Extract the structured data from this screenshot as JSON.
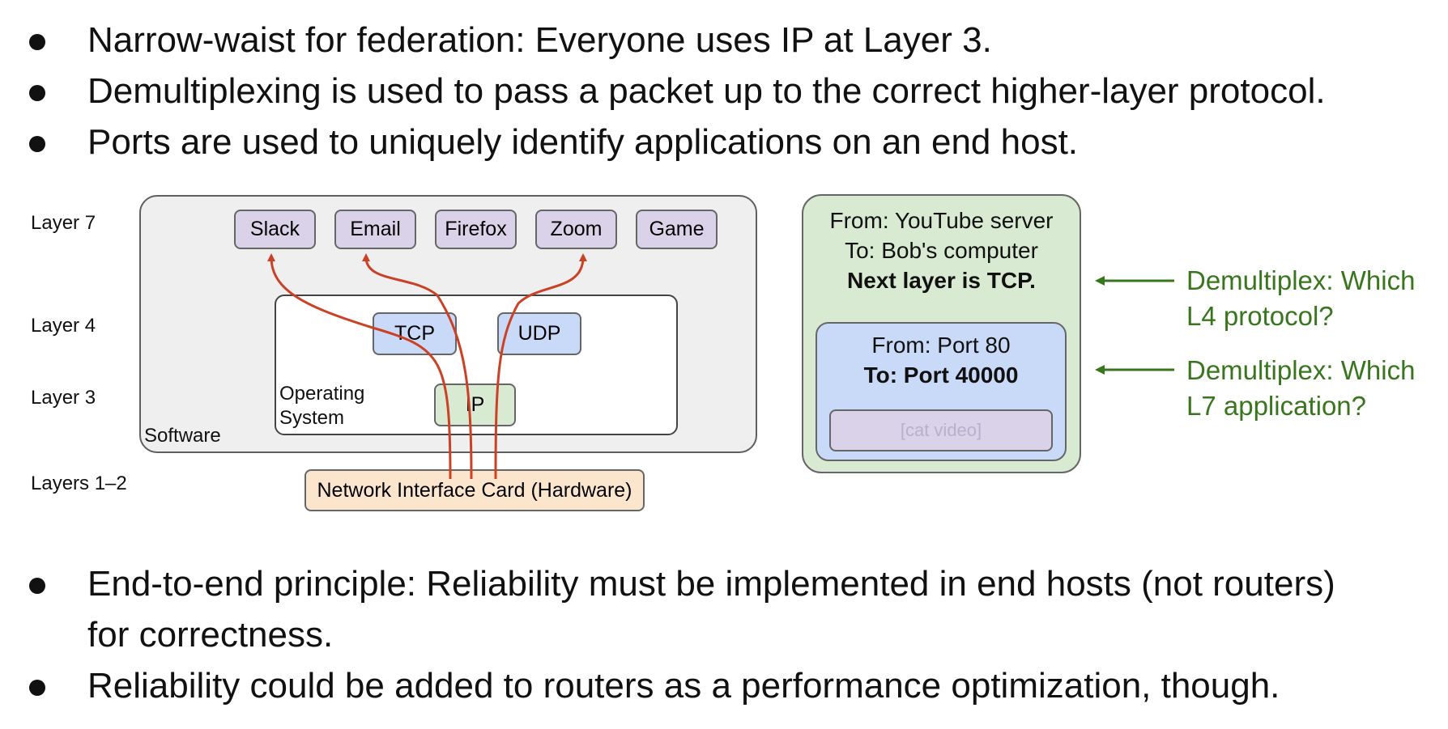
{
  "bullets_top": [
    "Narrow-waist for federation: Everyone uses IP at Layer 3.",
    "Demultiplexing is used to pass a packet up to the correct higher-layer protocol.",
    "Ports are used to uniquely identify applications on an end host."
  ],
  "layers": {
    "l7": "Layer 7",
    "l4": "Layer 4",
    "l3": "Layer 3",
    "l12": "Layers 1–2"
  },
  "stack": {
    "software_label": "Software",
    "os_label_line1": "Operating",
    "os_label_line2": "System",
    "apps": [
      "Slack",
      "Email",
      "Firefox",
      "Zoom",
      "Game"
    ],
    "tcp": "TCP",
    "udp": "UDP",
    "ip": "IP",
    "nic": "Network Interface Card (Hardware)"
  },
  "packet": {
    "from": "From: YouTube server",
    "to": "To: Bob's computer",
    "next": "Next layer is TCP.",
    "seg_from": "From: Port 80",
    "seg_to": "To: Port 40000",
    "payload": "[cat video]"
  },
  "annotations": {
    "demux_l4_line1": "Demultiplex: Which",
    "demux_l4_line2": "L4 protocol?",
    "demux_l7_line1": "Demultiplex: Which",
    "demux_l7_line2": "L7 application?"
  },
  "bullets_bottom": [
    "End-to-end principle: Reliability must be implemented in end hosts (not routers)",
    "for correctness.",
    "Reliability could be added to routers as a performance optimization, though."
  ],
  "colors": {
    "arrow_red": "#cc4125",
    "annotation_green": "#38761d",
    "app_purple": "#d9d2e9",
    "l4_blue": "#c9daf8",
    "ip_green": "#d9ead3",
    "nic_orange": "#fce5cd"
  }
}
